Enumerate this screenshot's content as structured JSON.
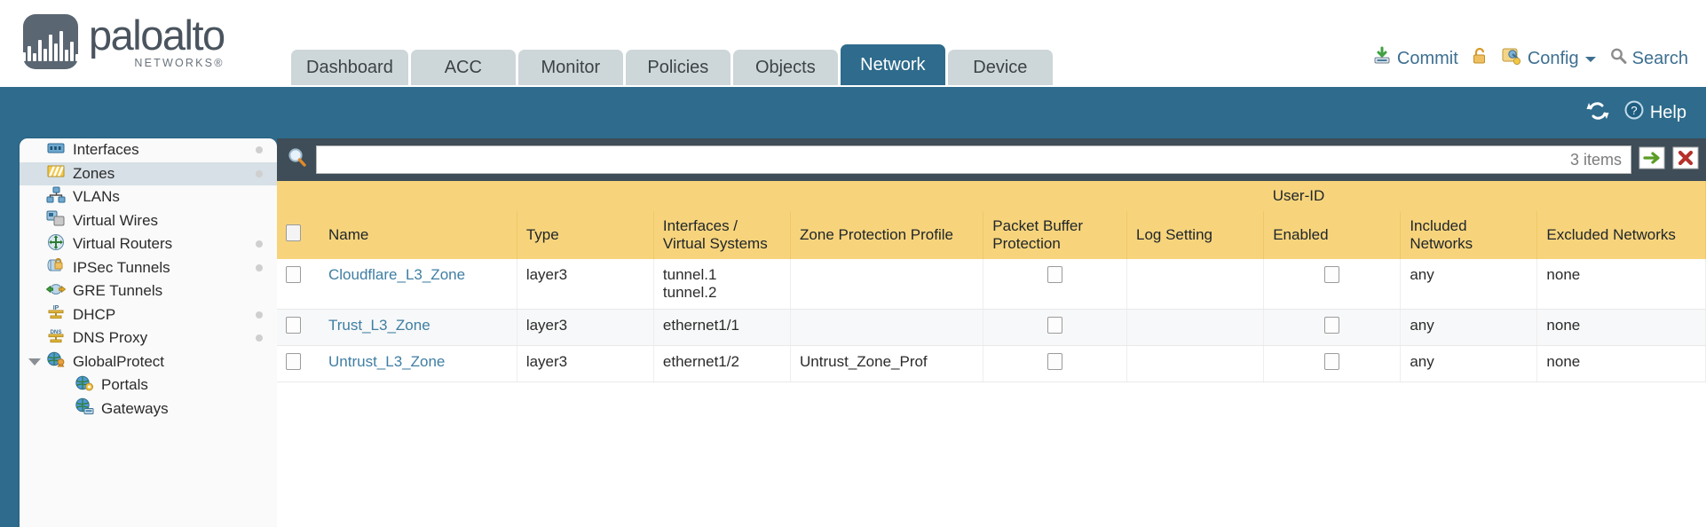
{
  "brand": {
    "name": "paloalto",
    "tagline": "NETWORKS",
    "registered": "®"
  },
  "tabs": [
    {
      "label": "Dashboard",
      "active": false
    },
    {
      "label": "ACC",
      "active": false
    },
    {
      "label": "Monitor",
      "active": false
    },
    {
      "label": "Policies",
      "active": false
    },
    {
      "label": "Objects",
      "active": false
    },
    {
      "label": "Network",
      "active": true
    },
    {
      "label": "Device",
      "active": false
    }
  ],
  "header_actions": {
    "commit": "Commit",
    "config": "Config",
    "search": "Search"
  },
  "toolbar": {
    "help": "Help"
  },
  "sidebar": {
    "items": [
      {
        "label": "Interfaces",
        "icon": "interfaces-icon",
        "selected": false,
        "dot": true,
        "child": false,
        "caret": false
      },
      {
        "label": "Zones",
        "icon": "zones-icon",
        "selected": true,
        "dot": true,
        "child": false,
        "caret": false
      },
      {
        "label": "VLANs",
        "icon": "vlans-icon",
        "selected": false,
        "dot": false,
        "child": false,
        "caret": false
      },
      {
        "label": "Virtual Wires",
        "icon": "virtual-wires-icon",
        "selected": false,
        "dot": false,
        "child": false,
        "caret": false
      },
      {
        "label": "Virtual Routers",
        "icon": "virtual-routers-icon",
        "selected": false,
        "dot": true,
        "child": false,
        "caret": false
      },
      {
        "label": "IPSec Tunnels",
        "icon": "ipsec-tunnels-icon",
        "selected": false,
        "dot": true,
        "child": false,
        "caret": false
      },
      {
        "label": "GRE Tunnels",
        "icon": "gre-tunnels-icon",
        "selected": false,
        "dot": false,
        "child": false,
        "caret": false
      },
      {
        "label": "DHCP",
        "icon": "dhcp-icon",
        "selected": false,
        "dot": true,
        "child": false,
        "caret": false
      },
      {
        "label": "DNS Proxy",
        "icon": "dns-proxy-icon",
        "selected": false,
        "dot": true,
        "child": false,
        "caret": false
      },
      {
        "label": "GlobalProtect",
        "icon": "globalprotect-icon",
        "selected": false,
        "dot": false,
        "child": false,
        "caret": true
      },
      {
        "label": "Portals",
        "icon": "portals-icon",
        "selected": false,
        "dot": false,
        "child": true,
        "caret": false
      },
      {
        "label": "Gateways",
        "icon": "gateways-icon",
        "selected": false,
        "dot": false,
        "child": true,
        "caret": false
      }
    ]
  },
  "search": {
    "value": "",
    "placeholder": "",
    "items_count": "3 items"
  },
  "table": {
    "group_header": "User-ID",
    "columns": [
      "Name",
      "Type",
      "Interfaces / Virtual Systems",
      "Zone Protection Profile",
      "Packet Buffer Protection",
      "Log Setting",
      "Enabled",
      "Included Networks",
      "Excluded Networks"
    ],
    "rows": [
      {
        "name": "Cloudflare_L3_Zone",
        "type": "layer3",
        "interfaces": [
          "tunnel.1",
          "tunnel.2"
        ],
        "zone_protection_profile": "",
        "packet_buffer_protection": false,
        "log_setting": "",
        "userid_enabled": false,
        "included_networks": "any",
        "excluded_networks": "none"
      },
      {
        "name": "Trust_L3_Zone",
        "type": "layer3",
        "interfaces": [
          "ethernet1/1"
        ],
        "zone_protection_profile": "",
        "packet_buffer_protection": false,
        "log_setting": "",
        "userid_enabled": false,
        "included_networks": "any",
        "excluded_networks": "none"
      },
      {
        "name": "Untrust_L3_Zone",
        "type": "layer3",
        "interfaces": [
          "ethernet1/2"
        ],
        "zone_protection_profile": "Untrust_Zone_Prof",
        "packet_buffer_protection": false,
        "log_setting": "",
        "userid_enabled": false,
        "included_networks": "any",
        "excluded_networks": "none"
      }
    ]
  },
  "colors": {
    "accent_blue": "#2e6b8c",
    "header_yellow": "#f7d47c",
    "group_yellow": "#e7bb52",
    "link": "#3f7ea3"
  }
}
